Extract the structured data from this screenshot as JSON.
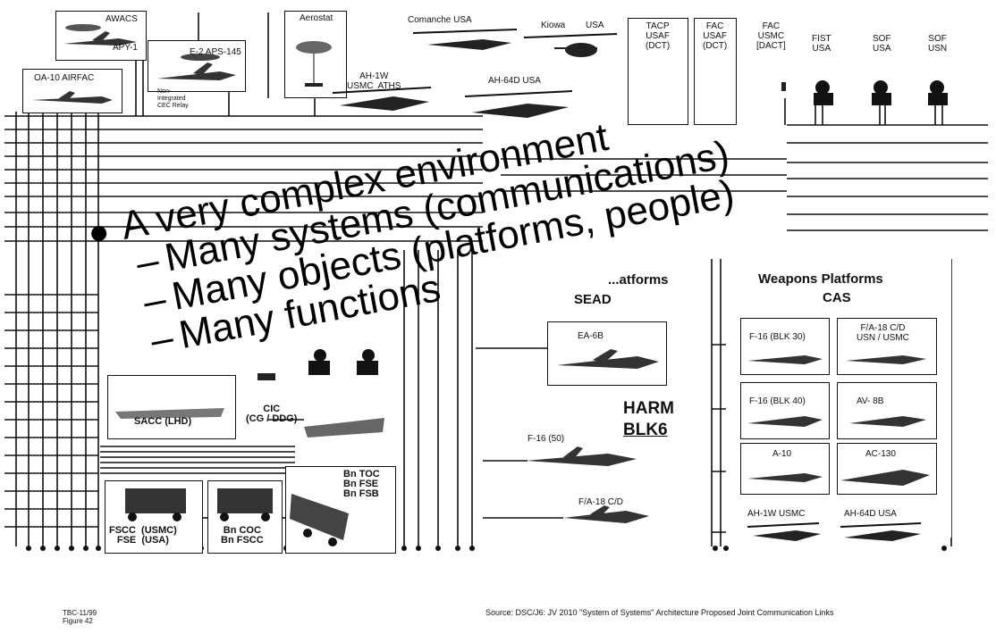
{
  "top_labels": {
    "awacs": "AWACS",
    "apy1": "APY-1",
    "e2": "E-2 APS-145",
    "aerostat": "Aerostat",
    "oa10": "OA-10 AIRFAC",
    "non_integrated": "Non-\nIntegrated\nCEC Relay",
    "comanche": "Comanche  USA",
    "kiowa": "Kiowa",
    "kiowa_usa": "USA",
    "ah1w_top": "AH-1W\nUSMC  ATHS",
    "ah64d_top": "AH-64D  USA",
    "tacp": "TACP\nUSAF\n(DCT)",
    "fac_usaf": "FAC\nUSAF\n(DCT)",
    "fac_usmc": "FAC\nUSMC\n[DACT]",
    "fist": "FIST\nUSA",
    "sof_usa": "SOF\nUSA",
    "sof_usn": "SOF\nUSN"
  },
  "bullets": {
    "main": "A very complex environment",
    "items": [
      "Many systems (communications)",
      "Many objects (platforms, people)",
      "Many functions"
    ],
    "dash": "–"
  },
  "seead": {
    "header_partial": "...atforms",
    "sub": "SEAD",
    "ea6b": "EA-6B",
    "f16_50": "F-16 (50)",
    "fa18": "F/A-18 C/D"
  },
  "harm": {
    "line1": "HARM",
    "line2": "BLK6"
  },
  "cas": {
    "header": "Weapons Platforms",
    "sub": "CAS",
    "platforms": [
      "F-16 (BLK 30)",
      "F/A-18 C/D\nUSN / USMC",
      "F-16 (BLK 40)",
      "AV- 8B",
      "A-10",
      "AC-130",
      "AH-1W  USMC",
      "AH-64D  USA"
    ]
  },
  "ground": {
    "sacc": "SACC  (LHD)",
    "cic": "CIC\n(CG / DDG)",
    "fscc": "FSCC  (USMC)\nFSE  (USA)",
    "bncoc": "Bn COC\nBn FSCC",
    "bntoc": "Bn TOC\nBn FSE\nBn FSB"
  },
  "footer": {
    "left": "TBC-11/99\nFigure 42",
    "source": "Source: DSC/J6: JV 2010 \"System of Systems\" Architecture Proposed Joint Communication Links"
  }
}
